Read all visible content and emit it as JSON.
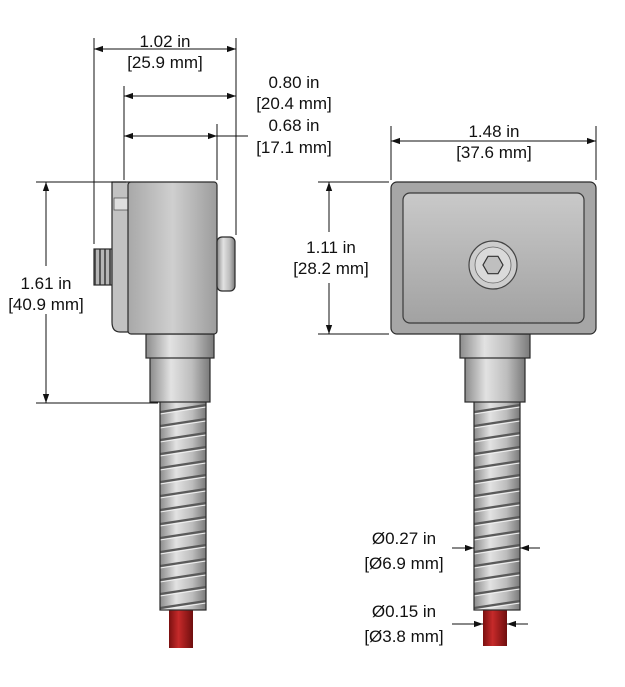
{
  "side_view": {
    "width_overall": {
      "in": "1.02 in",
      "mm": "[25.9 mm]"
    },
    "width_body_connector": {
      "in": "0.80 in",
      "mm": "[20.4 mm]"
    },
    "width_body": {
      "in": "0.68 in",
      "mm": "[17.1 mm]"
    },
    "height_overall": {
      "in": "1.61 in",
      "mm": "[40.9 mm]"
    }
  },
  "front_view": {
    "width": {
      "in": "1.48 in",
      "mm": "[37.6 mm]"
    },
    "height": {
      "in": "1.11 in",
      "mm": "[28.2 mm]"
    },
    "cable_outer_diameter": {
      "in": "Ø0.27 in",
      "mm": "[Ø6.9 mm]"
    },
    "cable_inner_diameter": {
      "in": "Ø0.15 in",
      "mm": "[Ø3.8 mm]"
    }
  },
  "colors": {
    "steel_light": "#d8d8d8",
    "steel_mid": "#a9a9a9",
    "steel_dark": "#6e6e6e",
    "cable_red": "#b21e1e",
    "dimension_ink": "#111111"
  }
}
